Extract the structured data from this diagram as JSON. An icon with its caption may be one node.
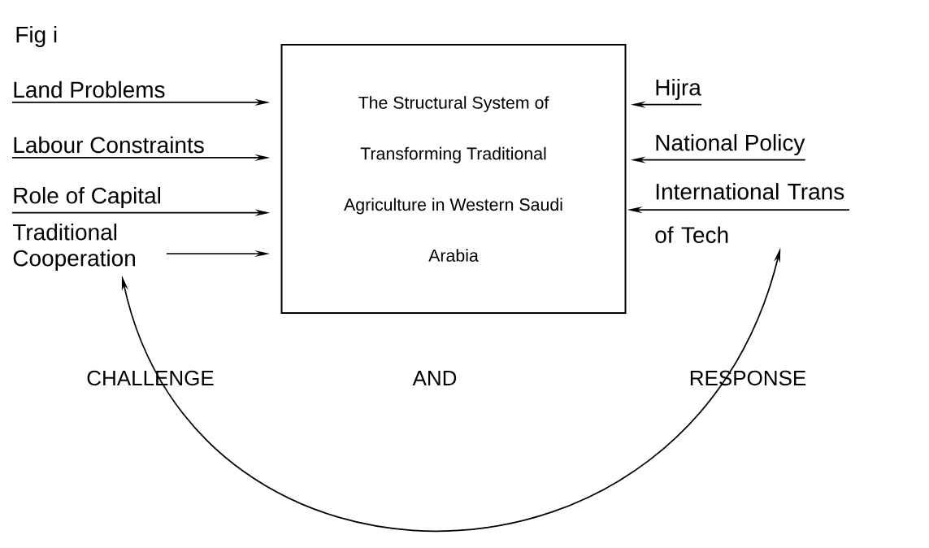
{
  "diagram": {
    "nodes": [
      {
        "text": [
          "The Structural System of Transforming Traditional Agriculture in Western Saudi Arabia"
        ]
      },
      {
        "text": [
          "Land Problems"
        ]
      },
      {
        "text": [
          "Labour Constraints"
        ]
      },
      {
        "text": [
          "Role of Capital"
        ]
      },
      {
        "text": [
          "Traditional Cooperation"
        ]
      },
      {
        "text": [
          "Hijra"
        ]
      },
      {
        "text": [
          "National Policy"
        ]
      },
      {
        "text": [
          "International Trans of Tech"
        ]
      }
    ],
    "edges": [
      {
        "from": 1,
        "to": 0,
        "arrow": "to"
      },
      {
        "from": 2,
        "to": 0,
        "arrow": "to"
      },
      {
        "from": 3,
        "to": 0,
        "arrow": "to"
      },
      {
        "from": 4,
        "to": 0,
        "arrow": "to"
      },
      {
        "from": 5,
        "to": 0,
        "arrow": "to"
      },
      {
        "from": 6,
        "to": 0,
        "arrow": "to"
      },
      {
        "from": 7,
        "to": 0,
        "arrow": "to"
      },
      {
        "from": 4,
        "to": 7,
        "arrow": "both"
      }
    ],
    "labels": [
      "Fig i",
      "CHALLENGE",
      "AND",
      "RESPONSE"
    ]
  }
}
